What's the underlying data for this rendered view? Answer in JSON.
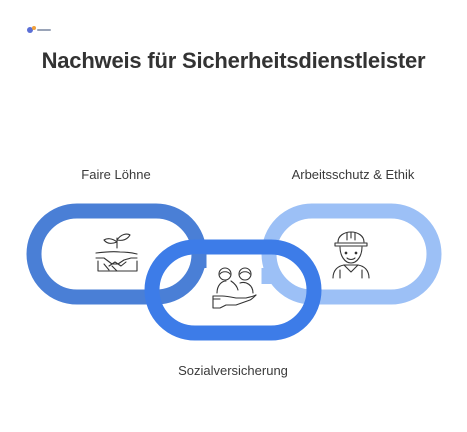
{
  "title": "Nachweis für Sicherheitsdienstleister",
  "links": [
    {
      "label": "Faire Löhne",
      "icon": "handshake-plant-icon",
      "color": "#4A7FD6"
    },
    {
      "label": "Sozialversicherung",
      "icon": "people-hand-icon",
      "color": "#3D7CE8"
    },
    {
      "label": "Arbeitsschutz & Ethik",
      "icon": "hardhat-worker-icon",
      "color": "#9CC0F6"
    }
  ],
  "colors": {
    "background": "#ffffff",
    "title": "#333333",
    "label": "#3a3a3a",
    "icon_stroke": "#333333"
  }
}
